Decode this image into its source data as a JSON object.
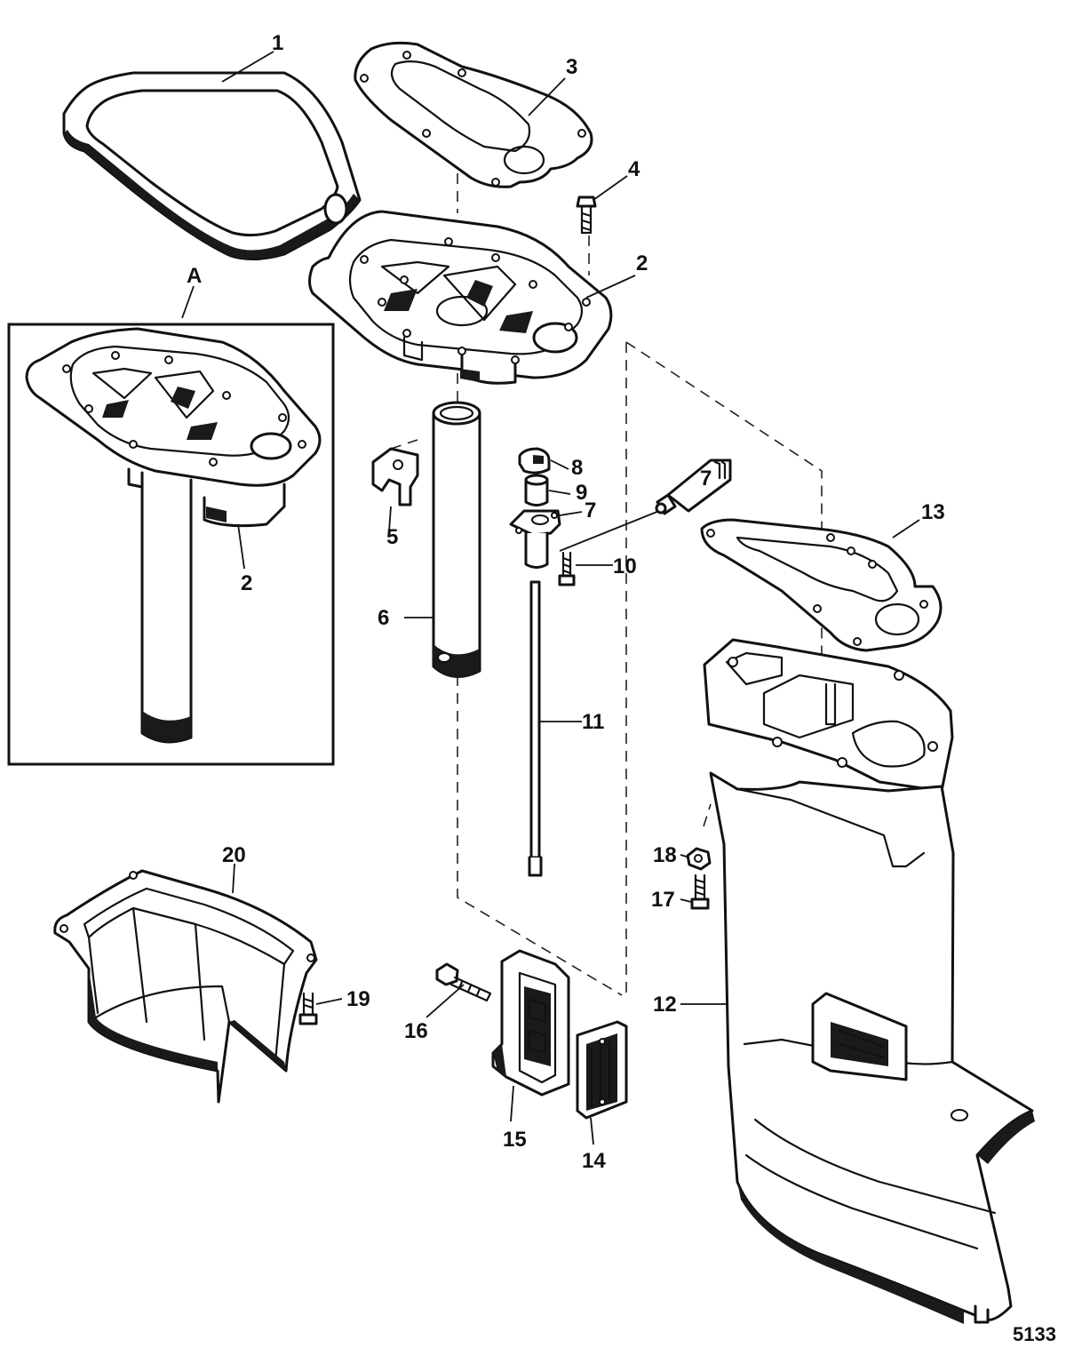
{
  "diagram": {
    "figure_number": "5133",
    "inset_label": "A",
    "callouts": {
      "c1": "1",
      "c2": "2",
      "c2a": "2",
      "c3": "3",
      "c4": "4",
      "c5": "5",
      "c6": "6",
      "c7": "7",
      "c7b": "7",
      "c8": "8",
      "c9": "9",
      "c10": "10",
      "c11": "11",
      "c12": "12",
      "c13": "13",
      "c14": "14",
      "c15": "15",
      "c16": "16",
      "c17": "17",
      "c18": "18",
      "c19": "19",
      "c20": "20"
    }
  }
}
